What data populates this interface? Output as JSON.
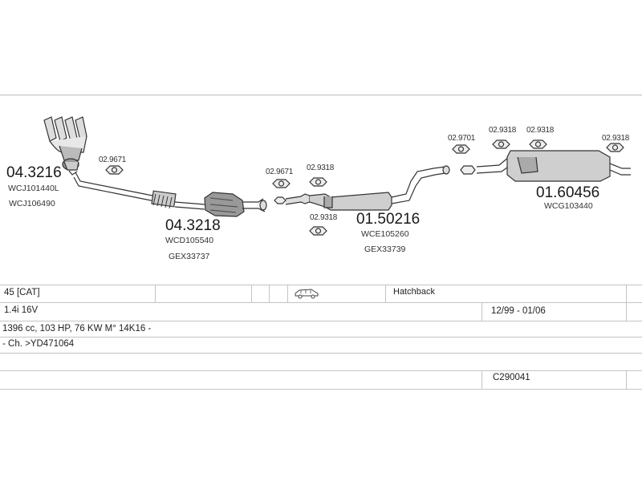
{
  "parts": {
    "manifold": {
      "number": "04.3216",
      "codes": [
        "WCJ101440L",
        "WCJ106490"
      ]
    },
    "front_pipe": {
      "number": "04.3218",
      "codes": [
        "WCD105540",
        "GEX33737"
      ]
    },
    "middle_silencer": {
      "number": "01.50216",
      "codes": [
        "WCE105260",
        "GEX33739"
      ]
    },
    "rear_silencer": {
      "number": "01.60456",
      "codes": [
        "WCG103440"
      ]
    },
    "gaskets": {
      "g1": "02.9671",
      "g2": "02.9671",
      "g3": "02.9318",
      "g4": "02.9318",
      "g5": "02.9701",
      "g6": "02.9318",
      "g7": "02.9318",
      "g8": "02.9318"
    }
  },
  "info_table": {
    "row1": {
      "model": "45  [CAT]",
      "vehicle_icon": "car-icon",
      "body": "Hatchback"
    },
    "row2": {
      "engine": "1.4i 16V",
      "period": "12/99 - 01/06"
    },
    "row3": {
      "spec": "1396 cc, 103 HP, 76 KW M° 14K16 -"
    },
    "row4": {
      "chassis": "- Ch. >YD471064"
    },
    "row6": {
      "code": "C290041"
    }
  }
}
